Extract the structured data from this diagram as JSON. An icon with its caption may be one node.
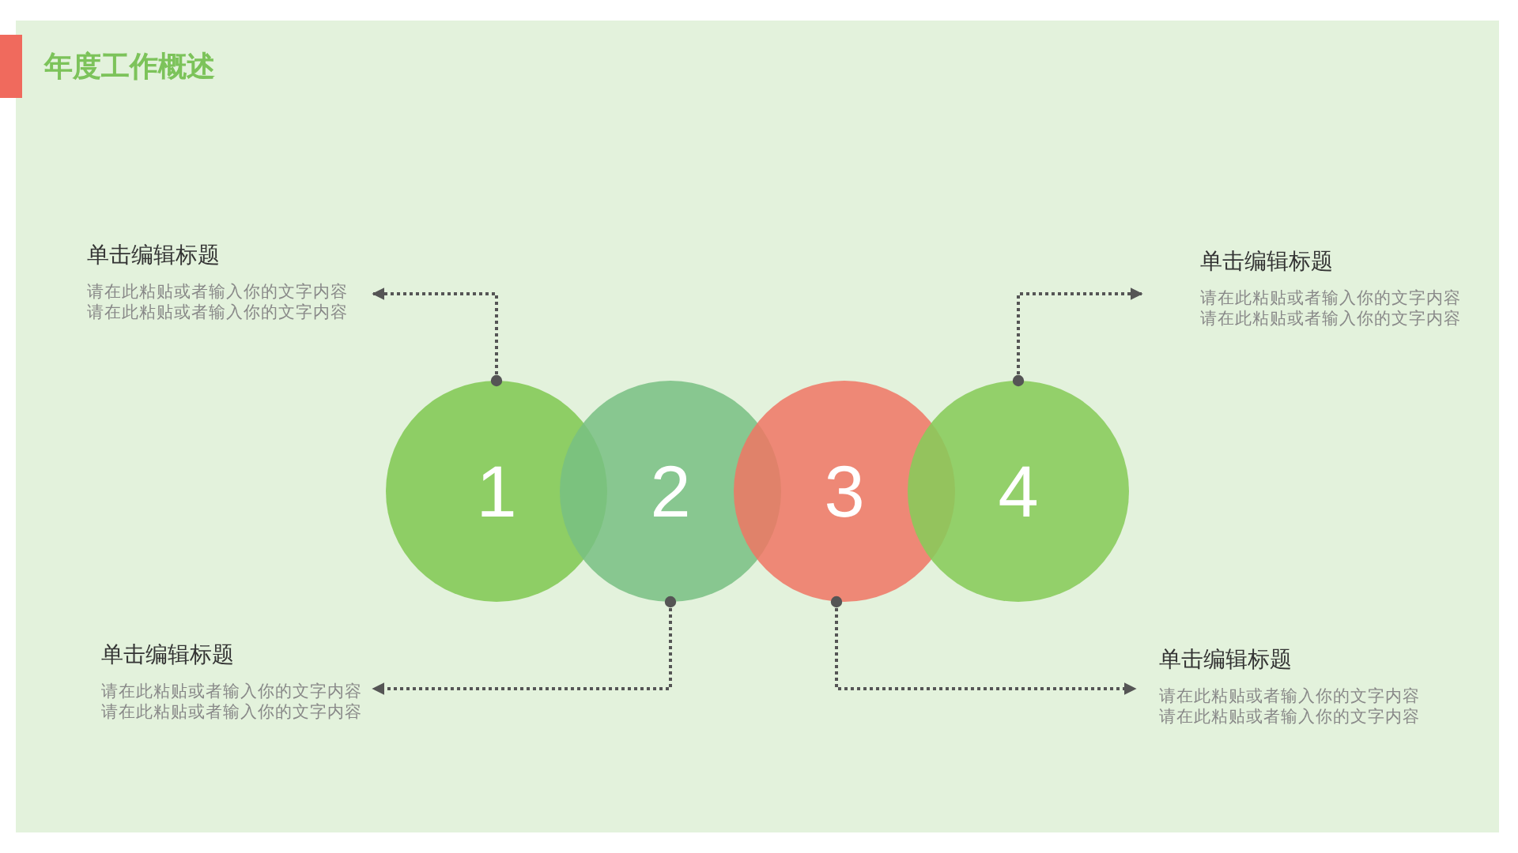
{
  "diagram": {
    "title": "年度工作概述",
    "nodes": [
      {
        "text": [
          "单击编辑标题",
          "请在此粘贴或者输入你的文字内容请在此粘贴或者输入你的文字内容"
        ]
      },
      {
        "text": [
          "单击编辑标题",
          "请在此粘贴或者输入你的文字内容请在此粘贴或者输入你的文字内容"
        ]
      },
      {
        "text": [
          "1"
        ]
      },
      {
        "text": [
          "2"
        ]
      },
      {
        "text": [
          "3"
        ]
      },
      {
        "text": [
          "4"
        ]
      },
      {
        "text": [
          "单击编辑标题",
          "请在此粘贴或者输入你的文字内容请在此粘贴或者输入你的文字内容"
        ]
      },
      {
        "text": [
          "单击编辑标题",
          "请在此粘贴或者输入你的文字内容请在此粘贴或者输入你的文字内容"
        ]
      }
    ],
    "edges": [
      {
        "from": 2,
        "to": 0,
        "arrow": "to",
        "style": "dashed"
      },
      {
        "from": 5,
        "to": 1,
        "arrow": "to",
        "style": "dashed"
      },
      {
        "from": 3,
        "to": 6,
        "arrow": "to",
        "style": "dashed"
      },
      {
        "from": 4,
        "to": 7,
        "arrow": "to",
        "style": "dashed"
      }
    ]
  }
}
